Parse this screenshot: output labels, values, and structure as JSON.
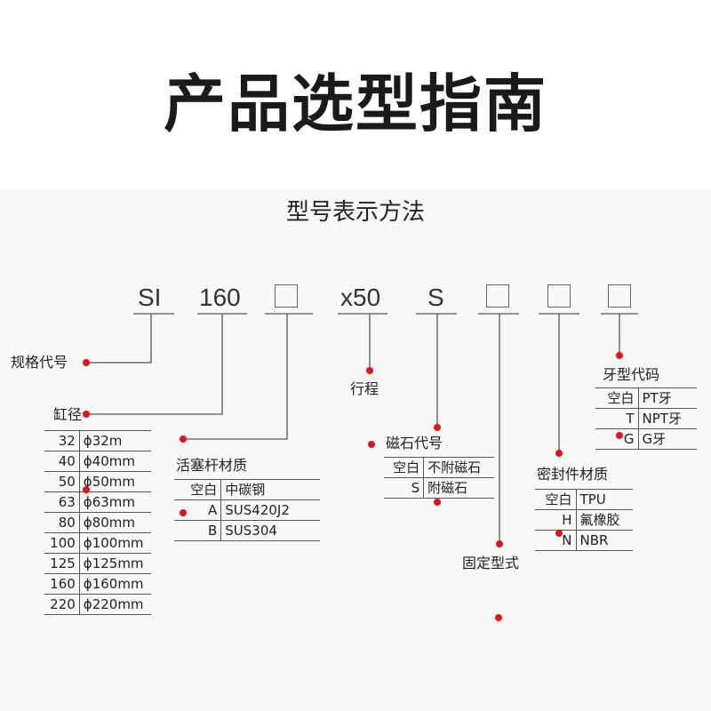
{
  "title": "产品选型指南",
  "subtitle": "型号表示方法",
  "model_code": {
    "series": "SI",
    "bore": "160",
    "stroke": "x50",
    "magnet": "S"
  },
  "labels": {
    "series_code": "规格代号",
    "bore": "缸径",
    "stroke": "行程",
    "mount": "固定型式"
  },
  "bore_table": [
    [
      "32",
      "ϕ32m"
    ],
    [
      "40",
      "ϕ40mm"
    ],
    [
      "50",
      "ϕ50mm"
    ],
    [
      "63",
      "ϕ63mm"
    ],
    [
      "80",
      "ϕ80mm"
    ],
    [
      "100",
      "ϕ100mm"
    ],
    [
      "125",
      "ϕ125mm"
    ],
    [
      "160",
      "ϕ160mm"
    ],
    [
      "220",
      "ϕ220mm"
    ]
  ],
  "piston_rod": {
    "title": "活塞杆材质",
    "rows": [
      [
        "空白",
        "中碳钢"
      ],
      [
        "A",
        "SUS420J2"
      ],
      [
        "B",
        "SUS304"
      ]
    ]
  },
  "magnet": {
    "title": "磁石代号",
    "rows": [
      [
        "空白",
        "不附磁石"
      ],
      [
        "S",
        "附磁石"
      ]
    ]
  },
  "seal": {
    "title": "密封件材质",
    "rows": [
      [
        "空白",
        "TPU"
      ],
      [
        "H",
        "氟橡胶"
      ],
      [
        "N",
        "NBR"
      ]
    ]
  },
  "thread": {
    "title": "牙型代码",
    "rows": [
      [
        "空白",
        "PT牙"
      ],
      [
        "T",
        "NPT牙"
      ],
      [
        "G",
        "G牙"
      ]
    ]
  },
  "colors": {
    "dot": "#e0151b",
    "line": "#555555",
    "panel": "#f7f7f7"
  }
}
